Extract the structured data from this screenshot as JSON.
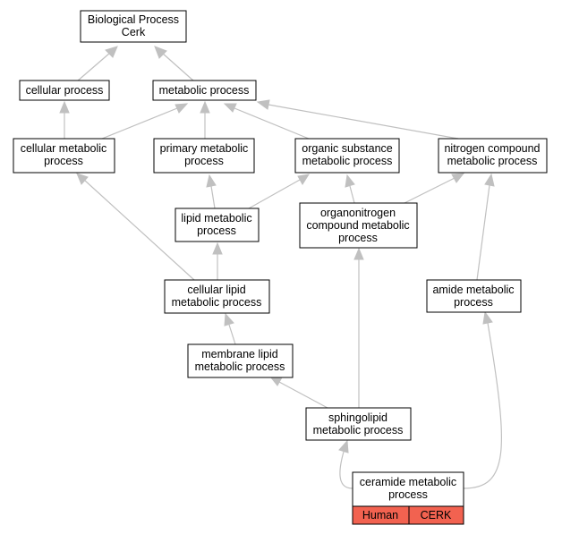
{
  "nodes": {
    "bp": [
      "Biological Process",
      "Cerk"
    ],
    "cellular": [
      "cellular process"
    ],
    "metabolic": [
      "metabolic process"
    ],
    "cellmeta": [
      "cellular metabolic",
      "process"
    ],
    "primary": [
      "primary metabolic",
      "process"
    ],
    "organic": [
      "organic substance",
      "metabolic process"
    ],
    "nitrogen": [
      "nitrogen compound",
      "metabolic process"
    ],
    "lipid": [
      "lipid metabolic",
      "process"
    ],
    "organonitro": [
      "organonitrogen",
      "compound metabolic",
      "process"
    ],
    "celllipid": [
      "cellular lipid",
      "metabolic process"
    ],
    "amide": [
      "amide metabolic",
      "process"
    ],
    "membrane": [
      "membrane lipid",
      "metabolic process"
    ],
    "sphingo": [
      "sphingolipid",
      "metabolic process"
    ],
    "ceramide": [
      "ceramide metabolic",
      "process"
    ]
  },
  "annotation": {
    "species": "Human",
    "gene": "CERK",
    "color": "#f26250"
  },
  "colors": {
    "edge": "#c0c0c0",
    "border": "#000000"
  }
}
